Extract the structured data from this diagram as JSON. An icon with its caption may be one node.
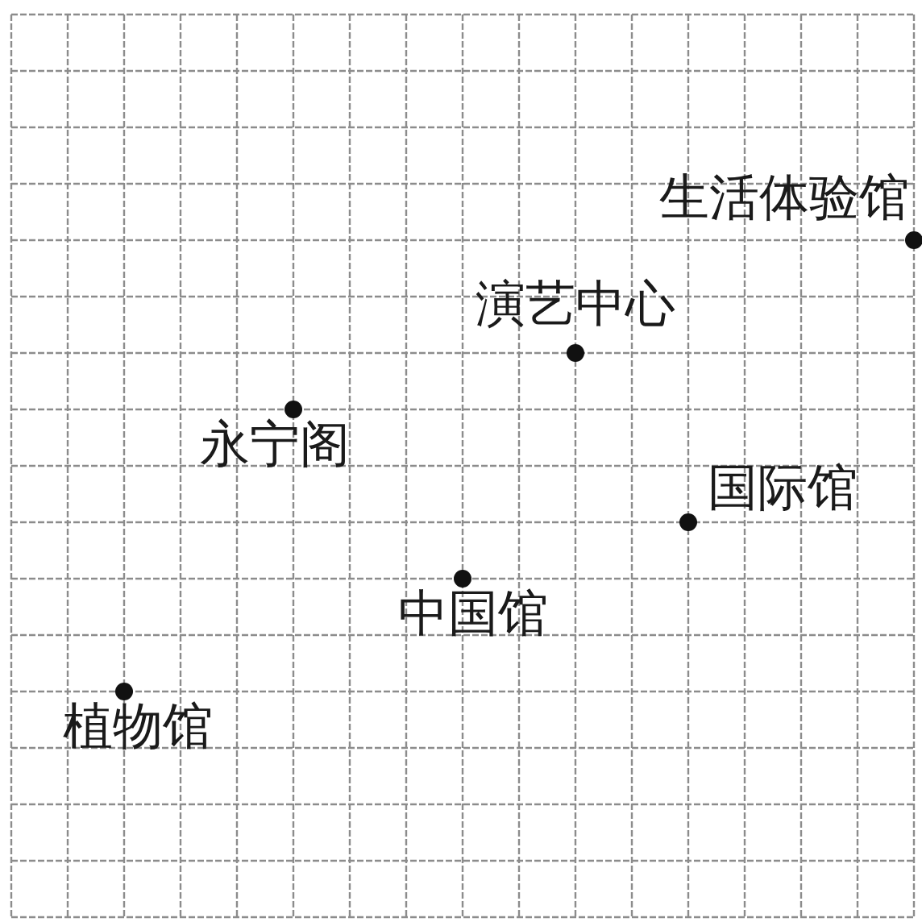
{
  "diagram": {
    "labels": [
      "生活体验馆",
      "演艺中心",
      "永宁阁",
      "国际馆",
      "中国馆",
      "植物馆"
    ]
  }
}
